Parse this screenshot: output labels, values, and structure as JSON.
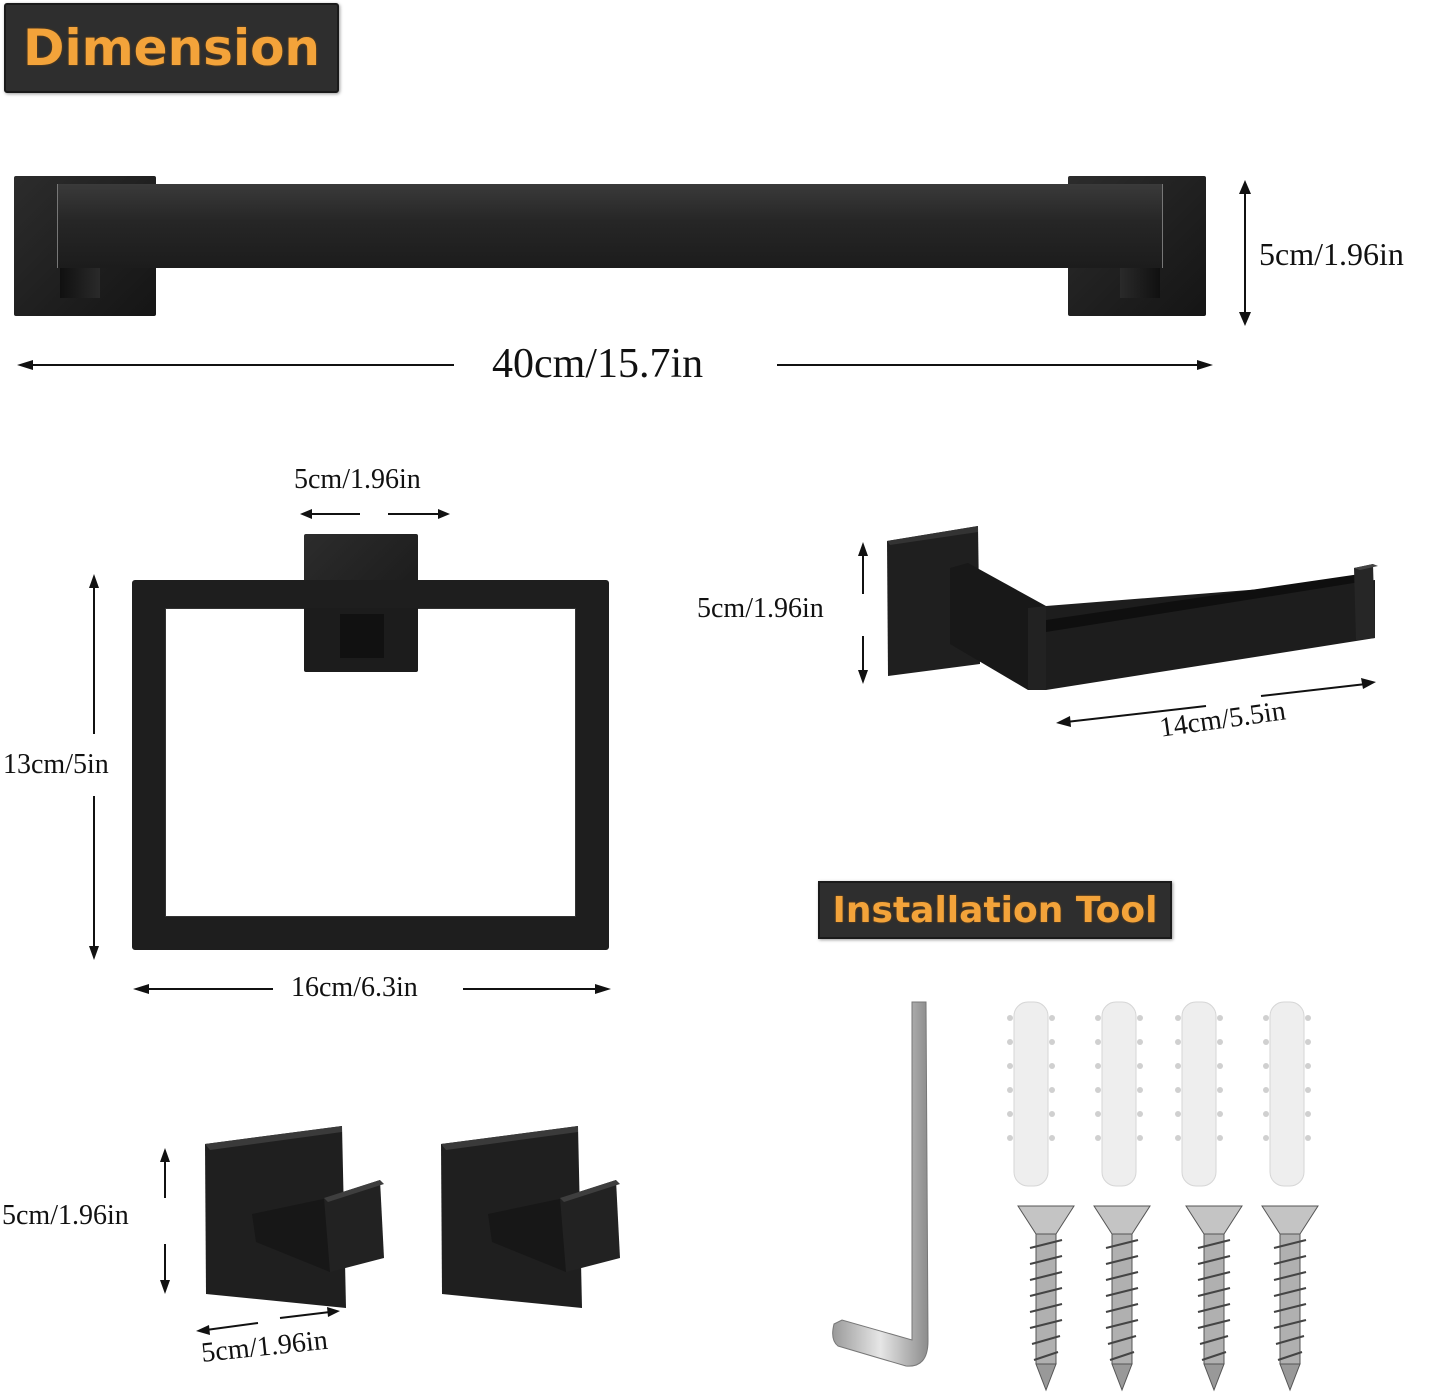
{
  "headers": {
    "dimension": "Dimension",
    "installation_tool": "Installation Tool"
  },
  "colors": {
    "banner_bg": "#2e2e2e",
    "banner_text": "#f3a33a",
    "product_black": "#1e1e1e",
    "anchor_white": "#ececec",
    "screw_silver": "#b8b8b8"
  },
  "products": {
    "towel_bar": {
      "name": "towel bar",
      "width_label": "40cm/15.7in",
      "height_label": "5cm/1.96in"
    },
    "towel_ring": {
      "name": "towel ring",
      "mount_width_label": "5cm/1.96in",
      "height_label": "13cm/5in",
      "width_label": "16cm/6.3in"
    },
    "toilet_paper_holder": {
      "name": "toilet paper holder",
      "height_label": "5cm/1.96in",
      "length_label": "14cm/5.5in"
    },
    "robe_hooks": {
      "name": "robe hooks",
      "count": 2,
      "height_label": "5cm/1.96in",
      "width_label": "5cm/1.96in"
    }
  },
  "installation_kit": {
    "allen_key_count": 1,
    "wall_anchor_count": 4,
    "screw_count": 4
  }
}
